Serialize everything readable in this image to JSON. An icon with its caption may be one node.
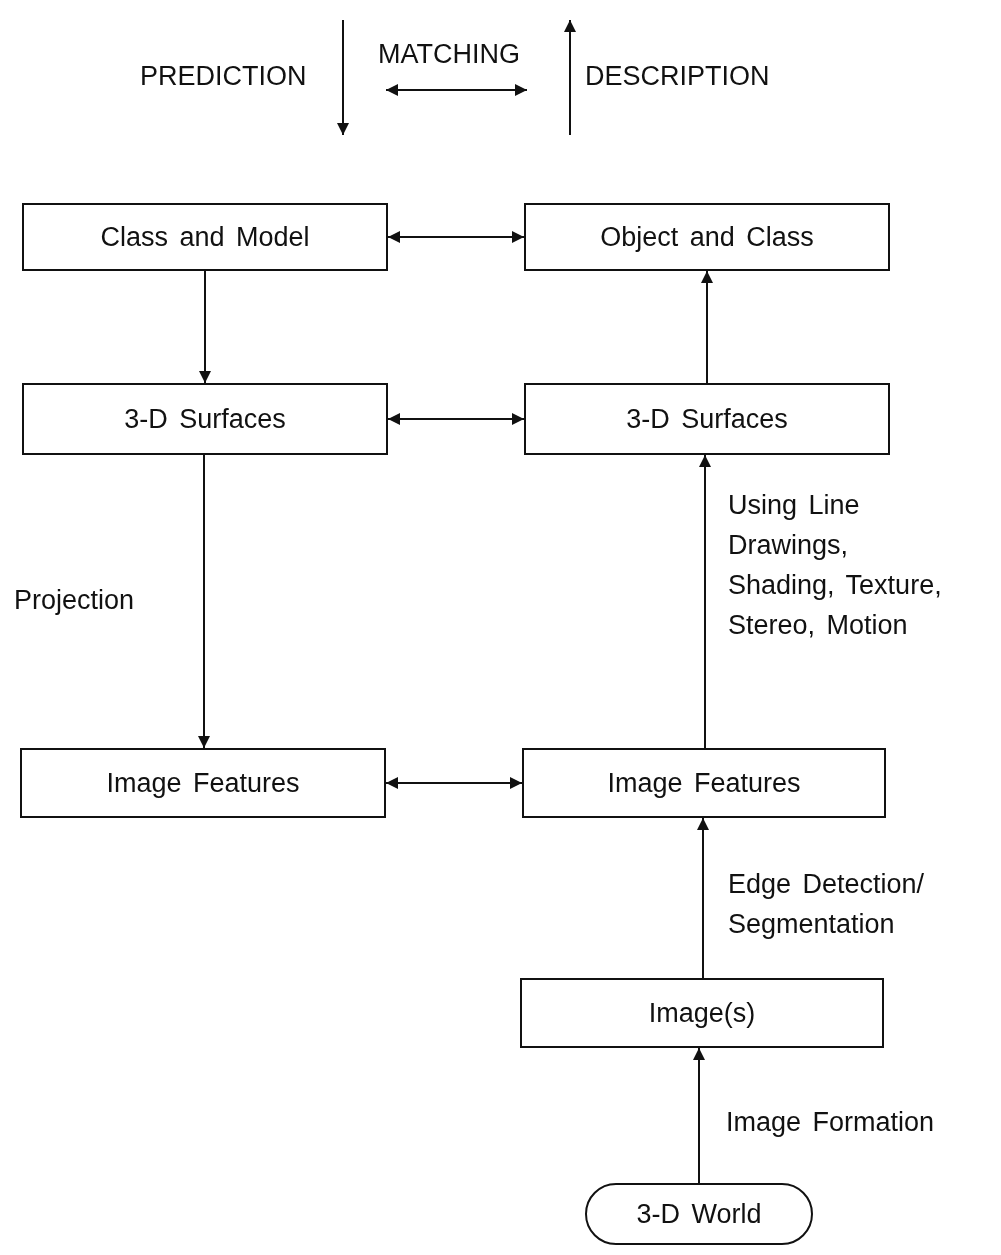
{
  "diagram": {
    "nodes": [
      {
        "text": [
          "Class and Model"
        ]
      },
      {
        "text": [
          "Object and Class"
        ]
      },
      {
        "text": [
          "3-D Surfaces"
        ]
      },
      {
        "text": [
          "3-D Surfaces"
        ]
      },
      {
        "text": [
          "Image Features"
        ]
      },
      {
        "text": [
          "Image Features"
        ]
      },
      {
        "text": [
          "Image(s)"
        ]
      },
      {
        "text": [
          "3-D World"
        ]
      }
    ],
    "edges": [
      {
        "from": 0,
        "to": 1,
        "arrow": "both"
      },
      {
        "from": 0,
        "to": 2,
        "arrow": "to"
      },
      {
        "from": 2,
        "to": 3,
        "arrow": "both"
      },
      {
        "from": 2,
        "to": 4,
        "arrow": "to",
        "label": "Projection"
      },
      {
        "from": 3,
        "to": 1,
        "arrow": "to"
      },
      {
        "from": 5,
        "to": 3,
        "arrow": "to",
        "label": "Using Line Drawings, Shading, Texture, Stereo, Motion"
      },
      {
        "from": 4,
        "to": 5,
        "arrow": "both"
      },
      {
        "from": 6,
        "to": 5,
        "arrow": "to",
        "label": "Edge Detection/ Segmentation"
      },
      {
        "from": 7,
        "to": 6,
        "arrow": "to",
        "label": "Image Formation"
      }
    ],
    "labels": [
      "PREDICTION",
      "MATCHING",
      "DESCRIPTION"
    ]
  }
}
